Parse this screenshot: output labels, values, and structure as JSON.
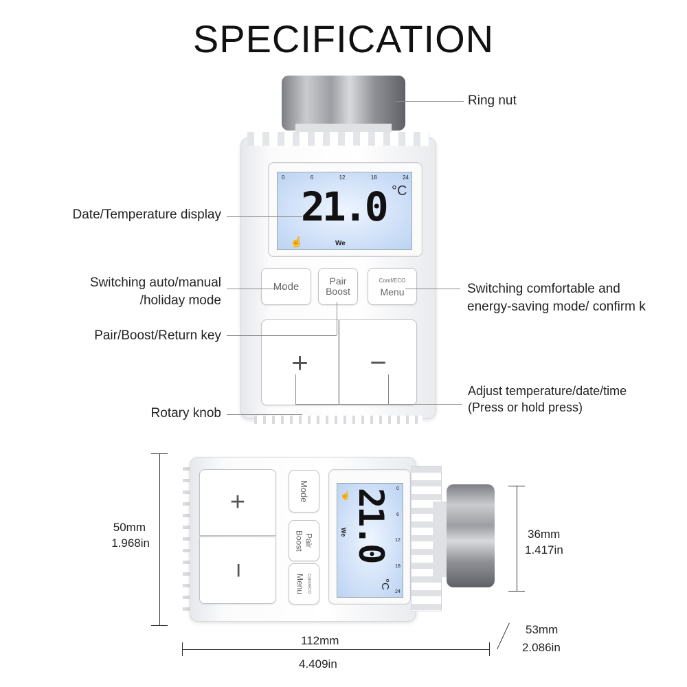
{
  "title": "SPECIFICATION",
  "labels": {
    "ring_nut": "Ring nut",
    "display": "Date/Temperature display",
    "mode_line1": "Switching auto/manual",
    "mode_line2": "/holiday mode",
    "pair": "Pair/Boost/Return key",
    "knob": "Rotary knob",
    "comfort_line1": "Switching comfortable and",
    "comfort_line2": "energy-saving mode/ confirm k",
    "adjust_line1": "Adjust temperature/date/time",
    "adjust_line2": "(Press or hold press)"
  },
  "device": {
    "temperature": "21.0",
    "unit": "°C",
    "day": "We",
    "hour_ticks": [
      "0",
      "6",
      "12",
      "18",
      "24"
    ],
    "buttons": {
      "mode": "Mode",
      "pair": "Pair",
      "boost": "Boost",
      "comf": "Comf/ECO",
      "menu": "Menu",
      "plus": "+",
      "minus": "−"
    }
  },
  "dimensions": {
    "height_mm": "50mm",
    "height_in": "1.968in",
    "nut_mm": "36mm",
    "nut_in": "1.417in",
    "width_mm": "112mm",
    "width_in": "4.409in",
    "depth_mm": "53mm",
    "depth_in": "2.086in"
  },
  "colors": {
    "lcd": "#c9dcf5",
    "body": "#ffffff",
    "line": "#8a8a8a"
  }
}
